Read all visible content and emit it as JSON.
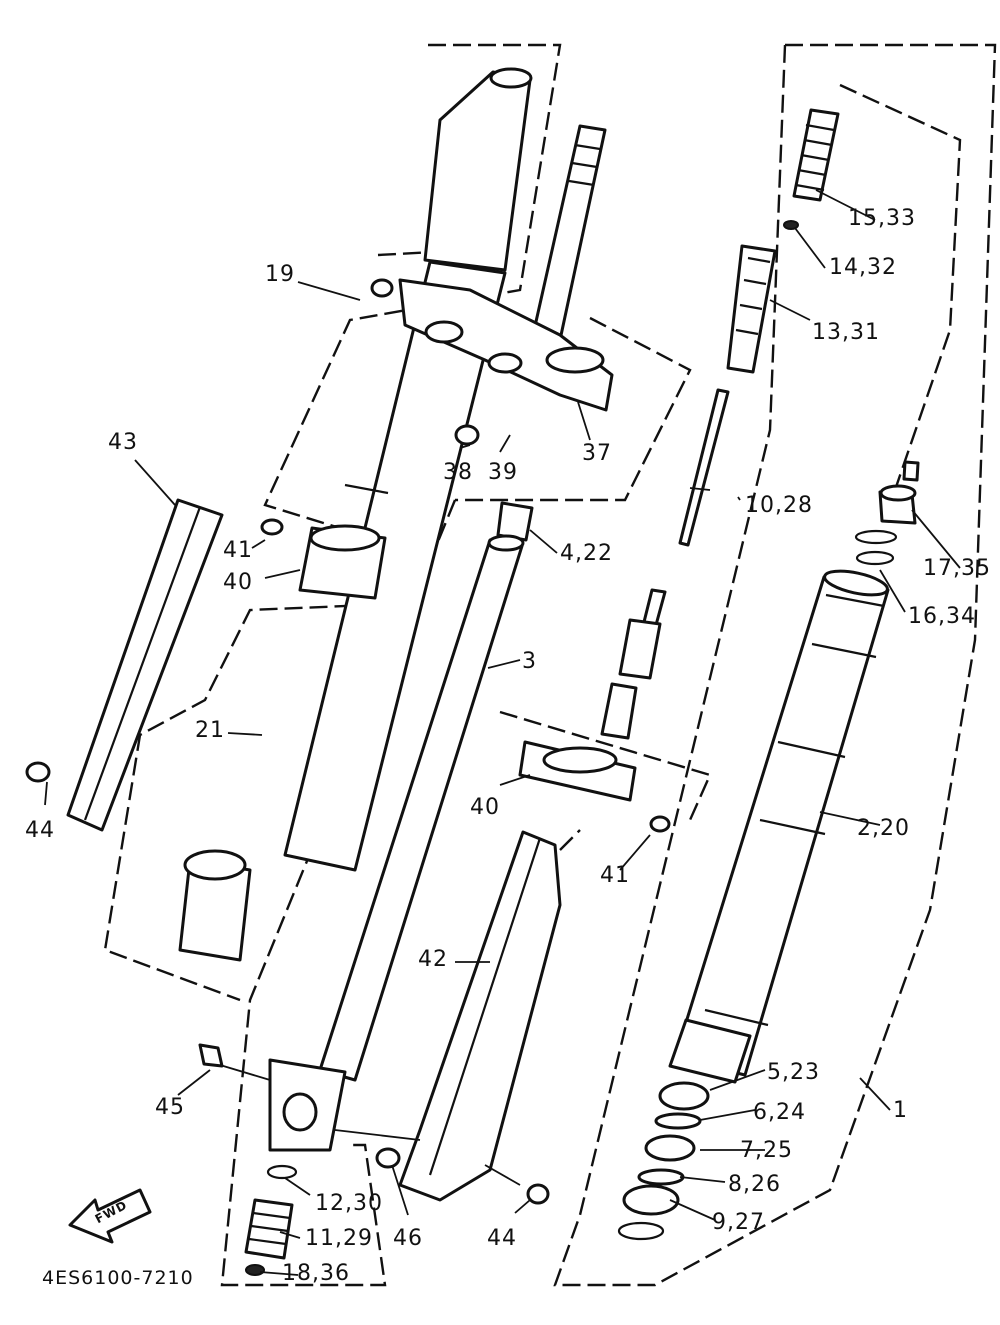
{
  "diagram": {
    "catalog_code": "4ES6100-7210",
    "direction_arrow_text": "FWD",
    "callouts": [
      "19",
      "43",
      "41",
      "40",
      "21",
      "44",
      "38",
      "39",
      "37",
      "4,22",
      "3",
      "10,28",
      "15,33",
      "14,32",
      "13,31",
      "17,35",
      "16,34",
      "2,20",
      "40",
      "41",
      "42",
      "45",
      "12,30",
      "11,29",
      "46",
      "18,36",
      "44",
      "5,23",
      "6,24",
      "7,25",
      "8,26",
      "9,27",
      "1"
    ]
  },
  "colors": {
    "ink": "#111111",
    "paper": "#ffffff"
  }
}
